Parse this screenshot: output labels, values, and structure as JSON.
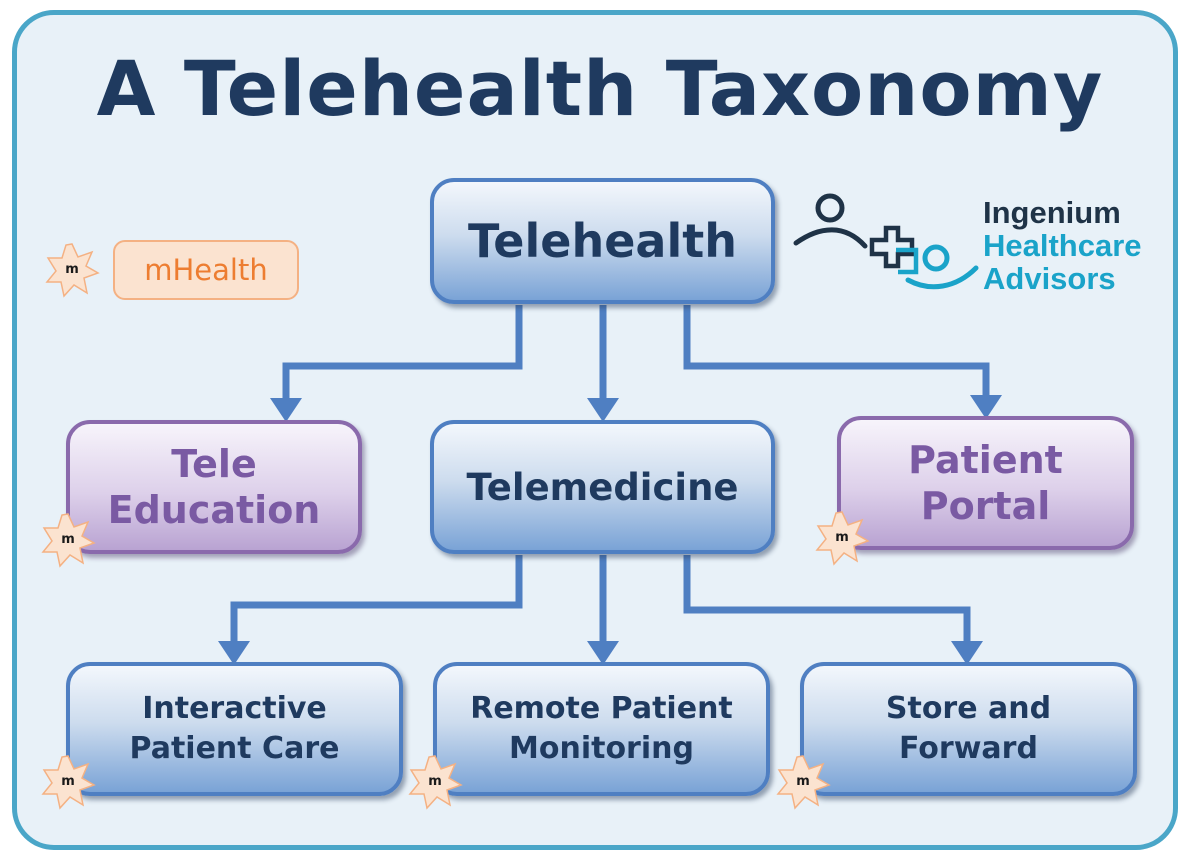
{
  "title": "A Telehealth Taxonomy",
  "legend": {
    "badge": "m",
    "label": "mHealth"
  },
  "nodes": {
    "telehealth": "Telehealth",
    "tele_education": "Tele\nEducation",
    "telemedicine": "Telemedicine",
    "patient_portal": "Patient\nPortal",
    "interactive_patient_care": "Interactive\nPatient Care",
    "remote_patient_monitoring": "Remote Patient\nMonitoring",
    "store_and_forward": "Store and\nForward"
  },
  "logo": {
    "line1": "Ingenium",
    "line2": "Healthcare",
    "line3": "Advisors"
  },
  "colors": {
    "frame": "#4aa6c8",
    "title": "#1f3a5f",
    "blue_border": "#4f7fc2",
    "purple_border": "#8a6aac",
    "mhealth_text": "#ed7d31",
    "logo_dark": "#1f3347",
    "logo_teal": "#1aa3c9"
  }
}
